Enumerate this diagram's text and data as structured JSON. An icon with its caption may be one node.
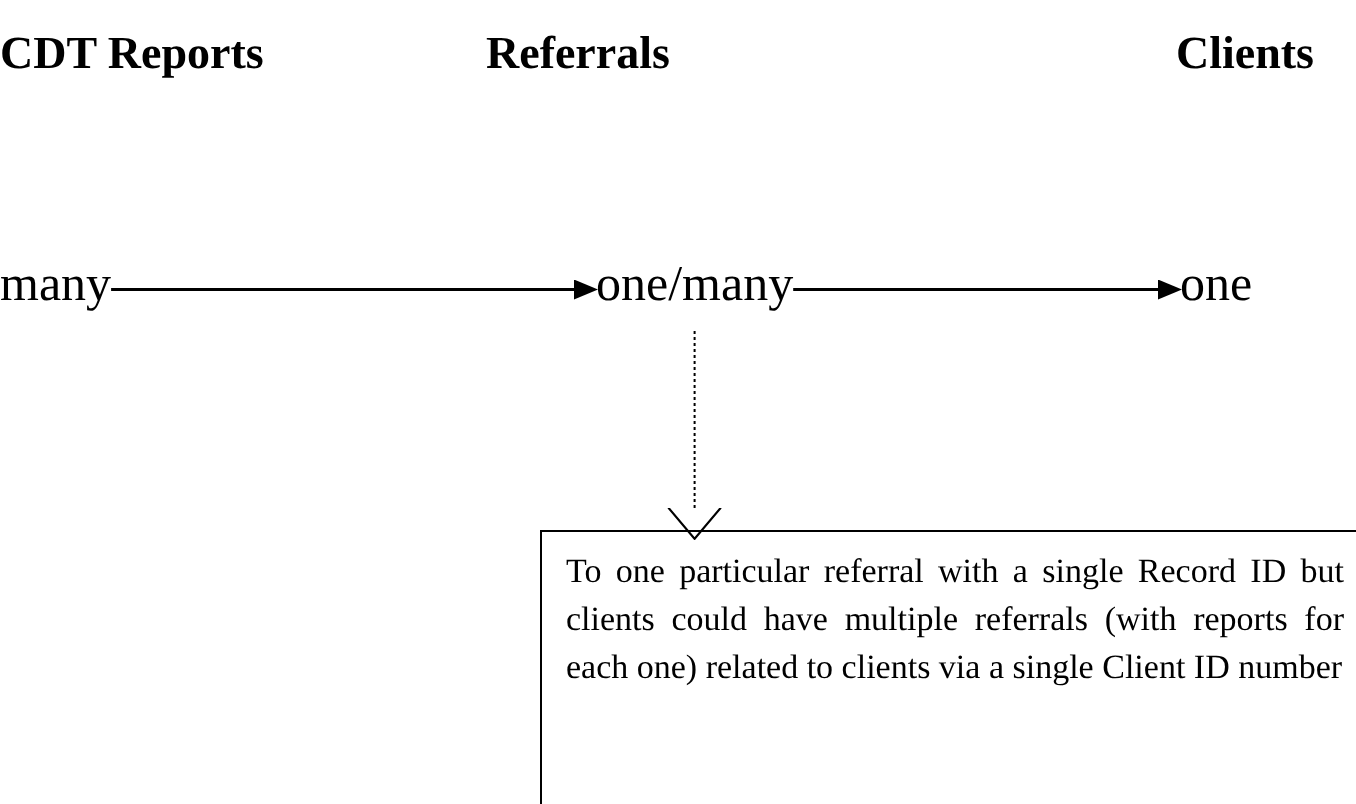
{
  "diagram": {
    "nodes": [
      {
        "text": [
          "many"
        ]
      },
      {
        "text": [
          "one/many"
        ]
      },
      {
        "text": [
          "one"
        ]
      },
      {
        "text": [
          "To one particular referral with a single Record ID but clients could have multiple referrals (with reports for each one) related to clients via a single Client ID number"
        ]
      }
    ],
    "edges": [
      {
        "from": 0,
        "to": 1,
        "arrow": "to"
      },
      {
        "from": 1,
        "to": 2,
        "arrow": "to"
      },
      {
        "from": 1,
        "to": 3,
        "arrow": "to",
        "style": "dashed"
      }
    ],
    "labels": [
      "CDT Reports",
      "Referrals",
      "Clients"
    ]
  }
}
